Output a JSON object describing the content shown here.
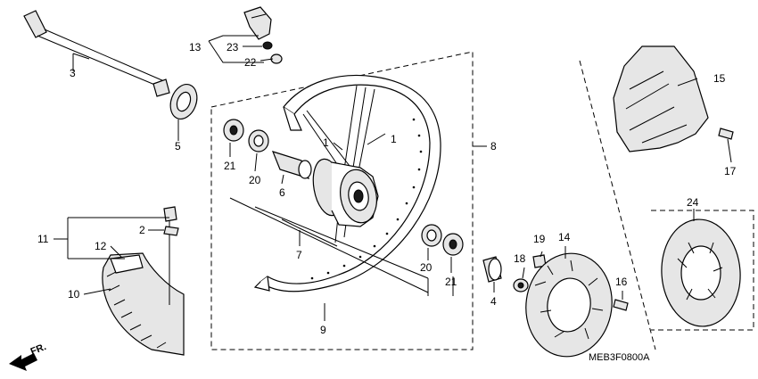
{
  "diagram": {
    "diagram_code": "MEB3F0800A",
    "front_indicator": "FR.",
    "callouts": {
      "p1a": "1",
      "p1b": "1",
      "p2": "2",
      "p3": "3",
      "p4": "4",
      "p5": "5",
      "p6": "6",
      "p7": "7",
      "p8": "8",
      "p9": "9",
      "p10": "10",
      "p11": "11",
      "p12": "12",
      "p13": "13",
      "p14": "14",
      "p15": "15",
      "p16": "16",
      "p17": "17",
      "p18": "18",
      "p19": "19",
      "p20a": "20",
      "p20b": "20",
      "p21a": "21",
      "p21b": "21",
      "p22": "22",
      "p23": "23",
      "p24": "24"
    }
  }
}
